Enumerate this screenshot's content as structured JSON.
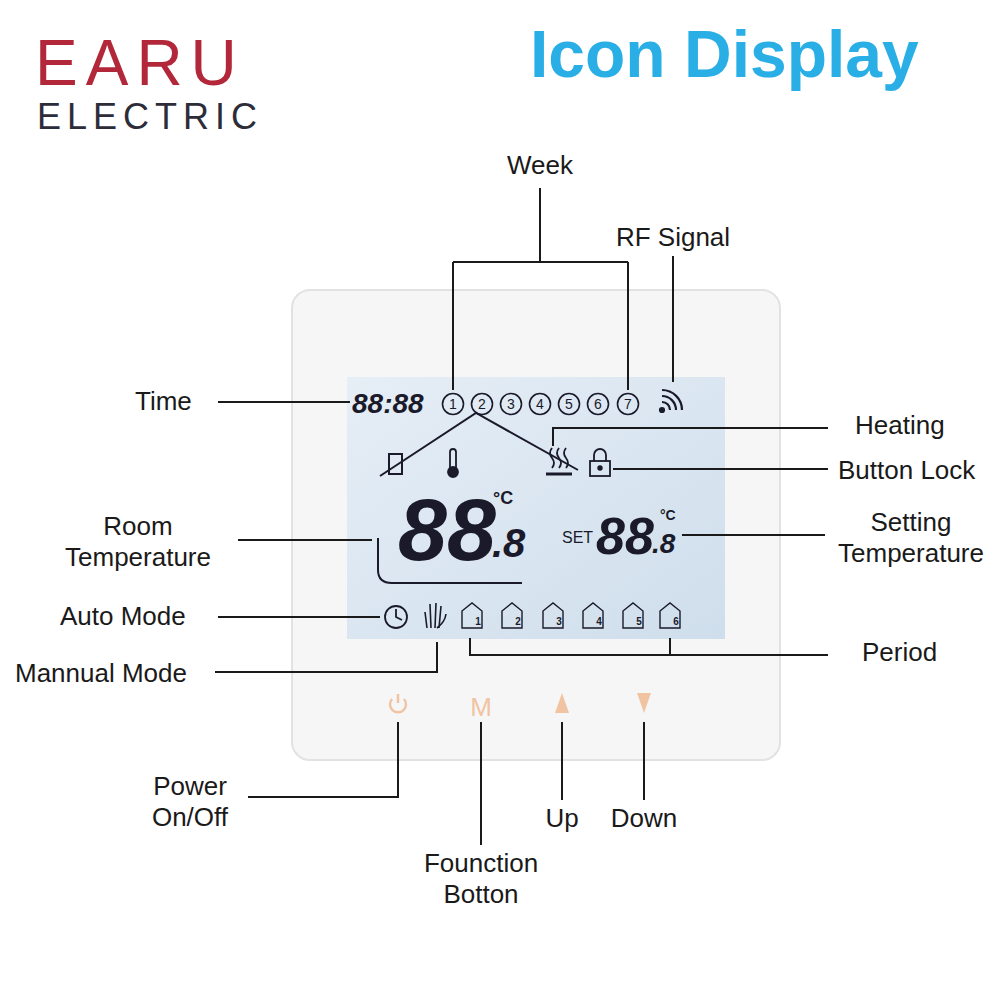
{
  "diagram": {
    "title": "Icon Display",
    "labels": [
      "EARU",
      "ELECTRIC",
      "Week",
      "RF Signal",
      "Time",
      "Heating",
      "Button Lock",
      "Room Temperature",
      "Setting Temperature",
      "Auto Mode",
      "Period",
      "Mannual Mode",
      "Power On/Off",
      "Founction Botton",
      "Up",
      "Down",
      "88:88",
      "1",
      "2",
      "3",
      "4",
      "5",
      "6",
      "7",
      "88",
      ".8",
      "°C",
      "SET",
      "88",
      ".8",
      "°C",
      "1",
      "2",
      "3",
      "4",
      "5",
      "6",
      "M"
    ]
  }
}
